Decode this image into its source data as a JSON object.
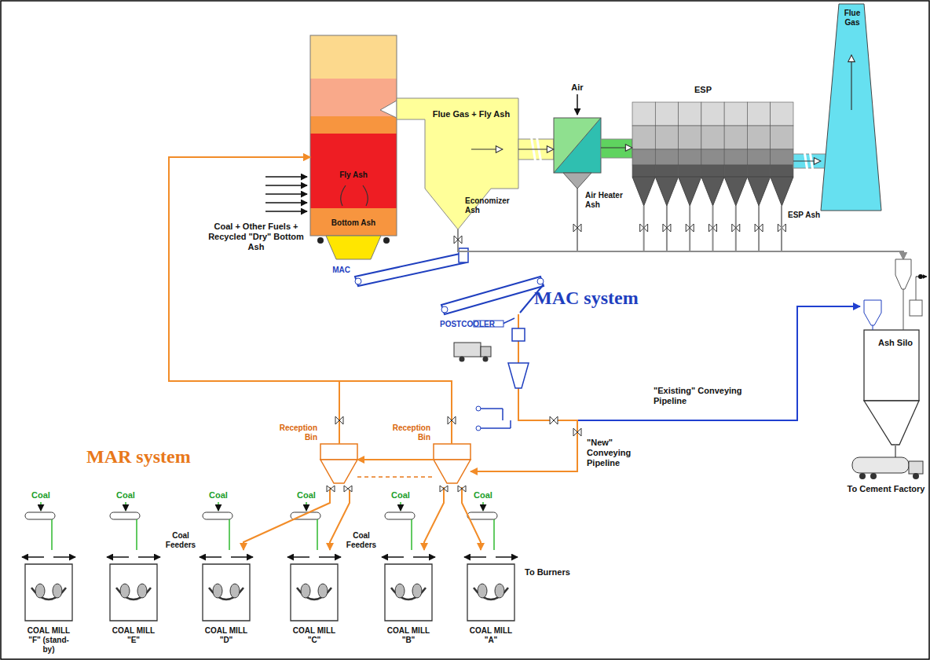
{
  "diagram": {
    "nodes": [
      {
        "text": [
          "Fly Ash",
          "Bottom Ash"
        ]
      },
      {
        "text": [
          "Flue Gas + Fly Ash",
          "Economizer Ash"
        ]
      },
      {
        "text": [
          "Air",
          "Air Heater Ash"
        ]
      },
      {
        "text": [
          "ESP",
          "ESP Ash"
        ]
      },
      {
        "text": [
          "Flue Gas"
        ]
      },
      {
        "text": [
          "MAC"
        ]
      },
      {
        "text": [
          "POSTCOOLER"
        ]
      },
      {
        "text": [
          "Ash Silo"
        ]
      },
      {
        "text": [
          "Reception Bin"
        ]
      },
      {
        "text": [
          "Reception Bin"
        ]
      },
      {
        "text": [
          "COAL MILL \"F\" (stand-by)"
        ]
      },
      {
        "text": [
          "COAL MILL \"E\""
        ]
      },
      {
        "text": [
          "COAL MILL \"D\""
        ]
      },
      {
        "text": [
          "COAL MILL \"C\""
        ]
      },
      {
        "text": [
          "COAL MILL \"B\""
        ]
      },
      {
        "text": [
          "COAL MILL \"A\""
        ]
      }
    ],
    "edges": [
      {
        "from": 1,
        "to": 2,
        "arrow": "to"
      },
      {
        "from": 2,
        "to": 3,
        "arrow": "to"
      },
      {
        "from": 3,
        "to": 4,
        "arrow": "to"
      },
      {
        "from": 1,
        "to": 7,
        "arrow": "to"
      },
      {
        "from": 2,
        "to": 7,
        "arrow": "to"
      },
      {
        "from": 3,
        "to": 7,
        "arrow": "to"
      },
      {
        "from": 6,
        "to": 7,
        "label": "\"Existing\" Conveying Pipeline",
        "arrow": "to"
      },
      {
        "from": 6,
        "to": 9,
        "label": "\"New\" Conveying Pipeline",
        "arrow": "to"
      },
      {
        "from": 9,
        "to": 8,
        "arrow": "to"
      },
      {
        "from": 8,
        "to": 0,
        "arrow": "to"
      },
      {
        "from": 9,
        "to": 0,
        "arrow": "to"
      },
      {
        "from": 8,
        "to": 12,
        "arrow": "to"
      },
      {
        "from": 8,
        "to": 13,
        "arrow": "to"
      },
      {
        "from": 9,
        "to": 14,
        "arrow": "to"
      },
      {
        "from": 9,
        "to": 15,
        "arrow": "to"
      }
    ],
    "labels": [
      "Coal + Other Fuels + Recycled \"Dry\" Bottom Ash",
      "MAC system",
      "MAR system",
      "Coal",
      "Coal",
      "Coal",
      "Coal",
      "Coal",
      "Coal",
      "Coal Feeders",
      "Coal Feeders",
      "To Burners",
      "To Cement Factory"
    ]
  }
}
